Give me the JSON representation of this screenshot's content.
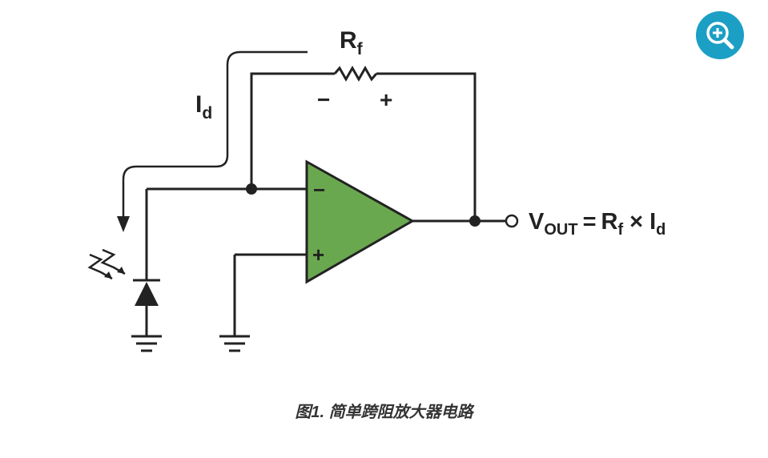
{
  "diagram": {
    "feedback_resistor": {
      "label": "R",
      "subscript": "f",
      "minus": "−",
      "plus": "+"
    },
    "current": {
      "label": "I",
      "subscript": "d"
    },
    "opamp": {
      "inverting": "−",
      "noninverting": "+",
      "fill_color": "#6aa84f"
    },
    "output_equation": {
      "v": "V",
      "v_sub": "OUT",
      "equals": "=",
      "r": "R",
      "r_sub": "f",
      "times": "×",
      "i": "I",
      "i_sub": "d"
    }
  },
  "caption": "图1. 简单跨阻放大器电路",
  "zoom_button": {
    "icon": "zoom-in-icon",
    "color": "#1b9fc4"
  }
}
